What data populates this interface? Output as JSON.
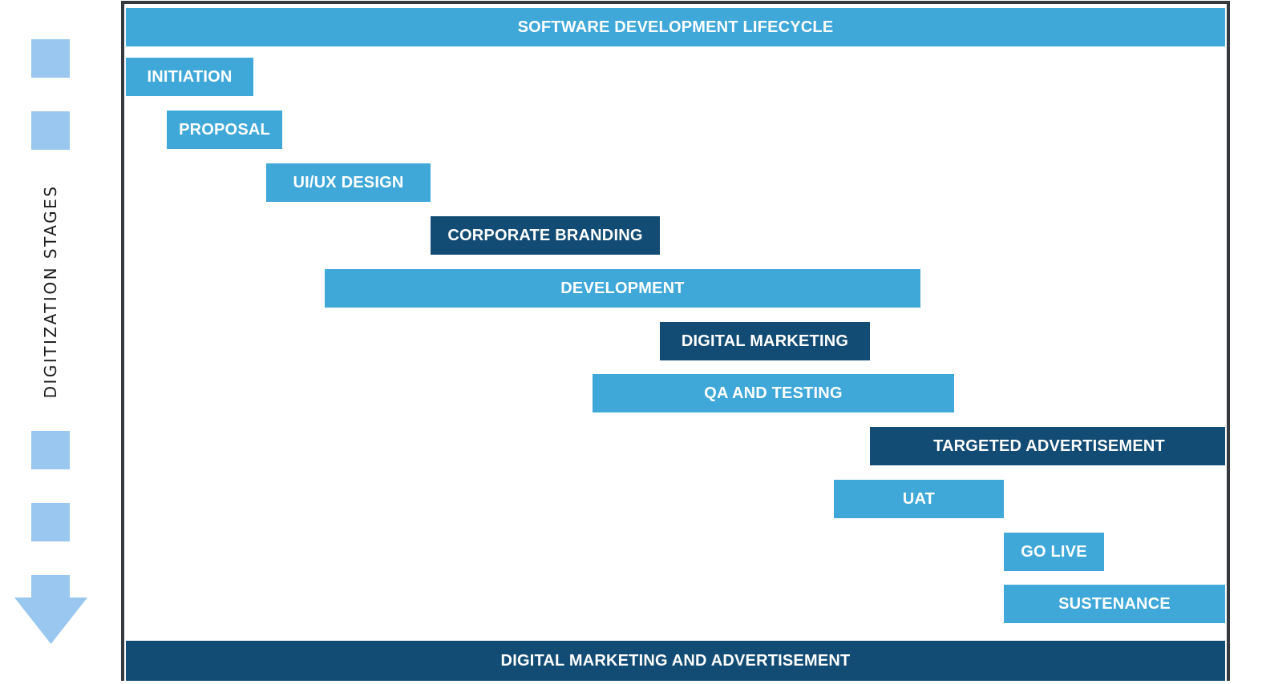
{
  "rail": {
    "label": "DIGITIZATION STAGES"
  },
  "colors": {
    "light_bar": "#3fa8d9",
    "dark_bar": "#124b73",
    "rail_square": "#99c7f0",
    "frame_border": "#343a40"
  },
  "header": {
    "title": "SOFTWARE DEVELOPMENT LIFECYCLE"
  },
  "footer": {
    "title": "DIGITAL MARKETING AND ADVERTISEMENT"
  },
  "stages": [
    {
      "label": "INITIATION",
      "style": "light"
    },
    {
      "label": "PROPOSAL",
      "style": "light"
    },
    {
      "label": "UI/UX DESIGN",
      "style": "light"
    },
    {
      "label": "CORPORATE BRANDING",
      "style": "dark"
    },
    {
      "label": "DEVELOPMENT",
      "style": "light"
    },
    {
      "label": "DIGITAL MARKETING",
      "style": "dark"
    },
    {
      "label": "QA AND TESTING",
      "style": "light"
    },
    {
      "label": "TARGETED ADVERTISEMENT",
      "style": "dark"
    },
    {
      "label": "UAT",
      "style": "light"
    },
    {
      "label": "GO LIVE",
      "style": "light"
    },
    {
      "label": "SUSTENANCE",
      "style": "light"
    }
  ]
}
